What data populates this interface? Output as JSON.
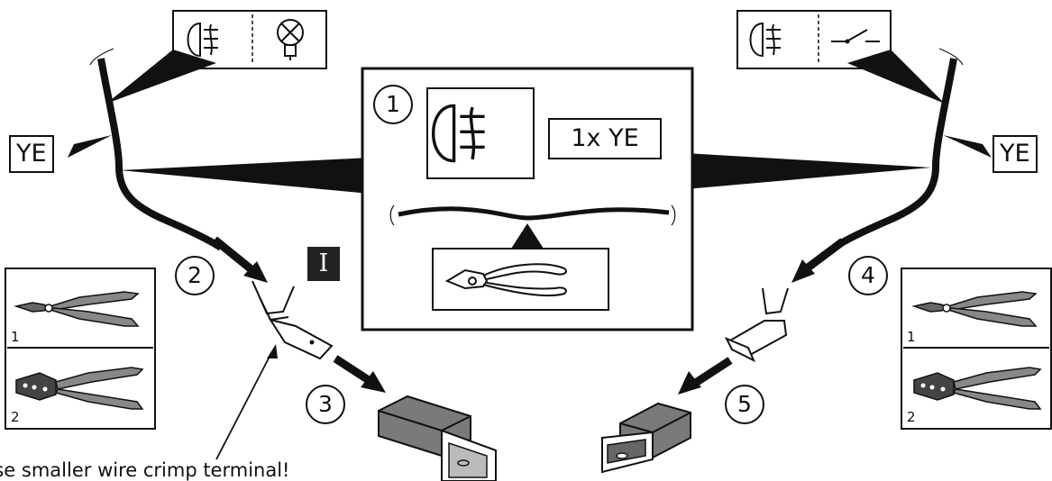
{
  "wire_color_left": "YE",
  "wire_color_right": "YE",
  "cut_instruction": "1x YE",
  "steps": [
    "1",
    "2",
    "3",
    "4",
    "5"
  ],
  "marker": "I",
  "tool_options_left": [
    "1",
    "2"
  ],
  "tool_options_right": [
    "1",
    "2"
  ],
  "note": "Use smaller wire crimp terminal!",
  "icons": {
    "fog_light": "fog-light-icon",
    "bulb": "bulb-icon",
    "switch": "switch-icon",
    "cutter": "side-cutter-icon",
    "strip_crimp_tool": "wire-stripper-crimper-icon",
    "ratchet_crimp_tool": "ratchet-crimper-icon",
    "terminal": "crimp-terminal-icon",
    "connector": "connector-housing-icon"
  }
}
